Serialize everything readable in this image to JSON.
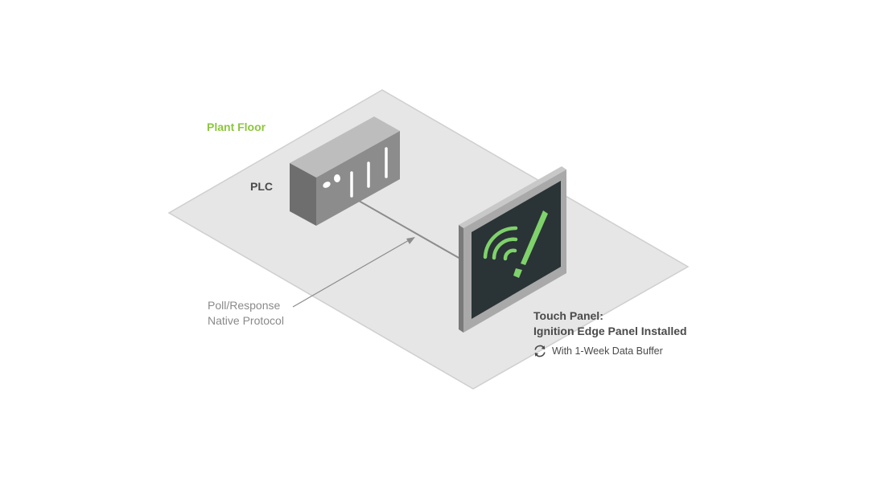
{
  "plant_floor": {
    "label": "Plant Floor",
    "color": "#8dc63f"
  },
  "plc": {
    "label": "PLC"
  },
  "protocol": {
    "line1": "Poll/Response",
    "line2": "Native Protocol"
  },
  "touch_panel": {
    "title_line1": "Touch Panel:",
    "title_line2": "Ignition Edge Panel Installed",
    "buffer_text": "With 1-Week Data Buffer",
    "buffer_icon": "sync-icon",
    "screen_icon": "wireless-alert-icon",
    "accent_color": "#7fd26b"
  }
}
